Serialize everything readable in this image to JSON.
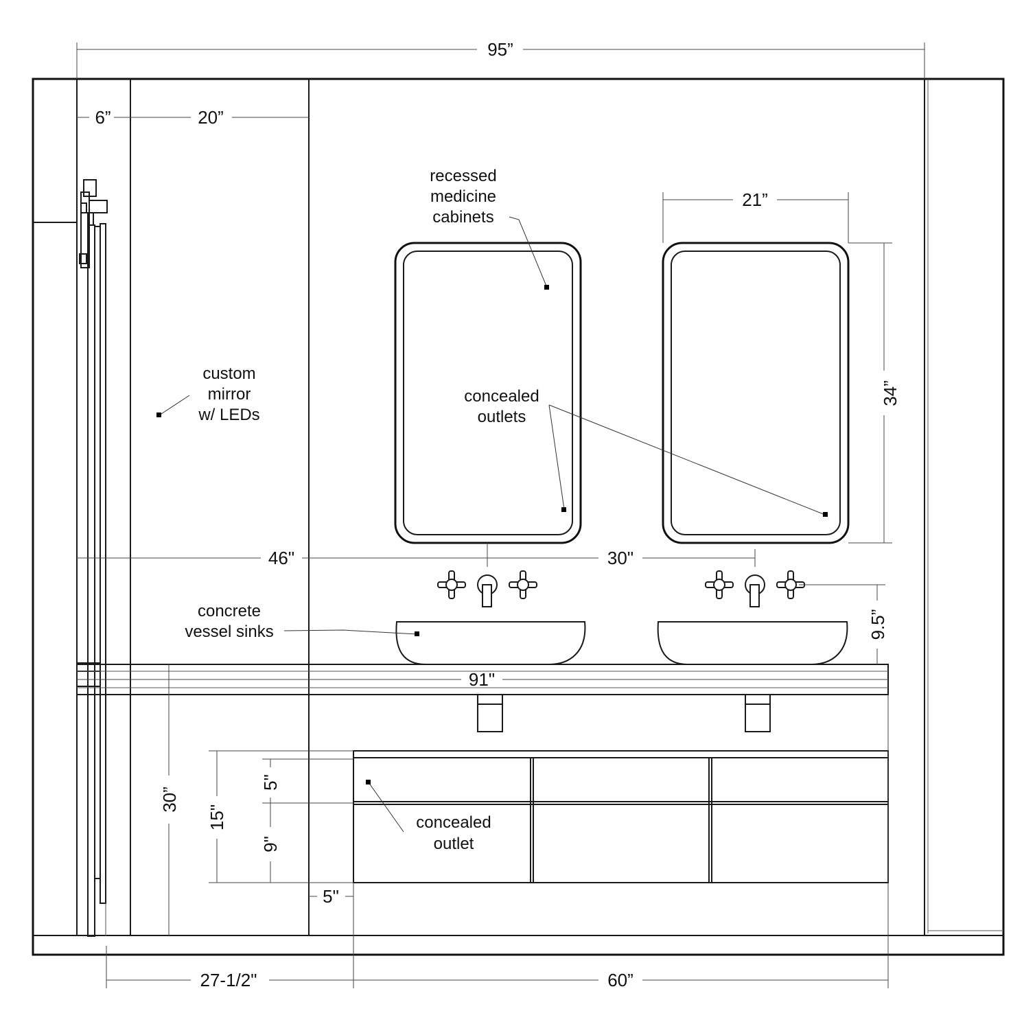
{
  "dimensions": {
    "overall_width": "95”",
    "left_strip": "6”",
    "mirror_panel_width": "20”",
    "cabinet_width": "21”",
    "cabinet_height": "34”",
    "mirror_height": "46\"",
    "cabinet_bottom_height": "30\"",
    "faucet_height": "9.5”",
    "counter_length": "91\"",
    "vanity_height_total": "15\"",
    "top_drawer_height": "5\"",
    "bottom_drawer_height": "9\"",
    "floor_clearance": "5\"",
    "counter_height": "30”",
    "left_offset": "27-1/2\"",
    "vanity_width": "60”"
  },
  "labels": {
    "medicine_cabinets": [
      "recessed",
      "medicine",
      "cabinets"
    ],
    "mirror": [
      "custom",
      "mirror",
      "w/ LEDs"
    ],
    "outlets": [
      "concealed",
      "outlets"
    ],
    "sinks": [
      "concrete",
      "vessel sinks"
    ],
    "drawer_outlet": [
      "concealed",
      "outlet"
    ]
  }
}
